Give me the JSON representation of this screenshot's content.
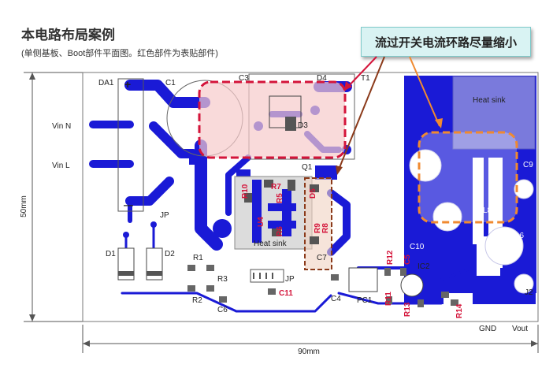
{
  "title": "本电路布局案例",
  "subtitle": "(单侧基板、Boot部件平面图。红色部件为表贴部件)",
  "callout": "流过开关电流环路尽量缩小",
  "dimensions": {
    "height": "50mm",
    "width": "90mm"
  },
  "labels": {
    "da1": "DA1",
    "c1": "C1",
    "t1": "T1",
    "d4": "D4",
    "c3": "C3",
    "d3": "D3",
    "q1": "Q1",
    "r10": "R10",
    "r7": "R7",
    "r5": "R5",
    "u4": "U4",
    "d5": "D5",
    "r6": "R6",
    "r9": "R9",
    "r8": "R8",
    "heatsink_main": "Heat sink",
    "heatsink_right": "Heat sink",
    "c7": "C7",
    "c10": "C10",
    "vin_n": "Vin N",
    "vin_l": "Vin L",
    "jp_top": "JP",
    "jp_bottom": "JP",
    "d1": "D1",
    "d2": "D2",
    "r1": "R1",
    "r2": "R2",
    "r3": "R3",
    "c6": "C6",
    "c11": "C11",
    "c4": "C4",
    "pc1": "PC1",
    "r12": "R12",
    "c5": "C5",
    "ic2": "IC2",
    "r11": "R11",
    "r13": "R13",
    "r14": "R14",
    "c9": "C9",
    "l6": "L6",
    "l8": "L8",
    "j2": "J2",
    "gnd": "GND",
    "vout": "Vout",
    "plus": "+",
    "minus": "—"
  }
}
